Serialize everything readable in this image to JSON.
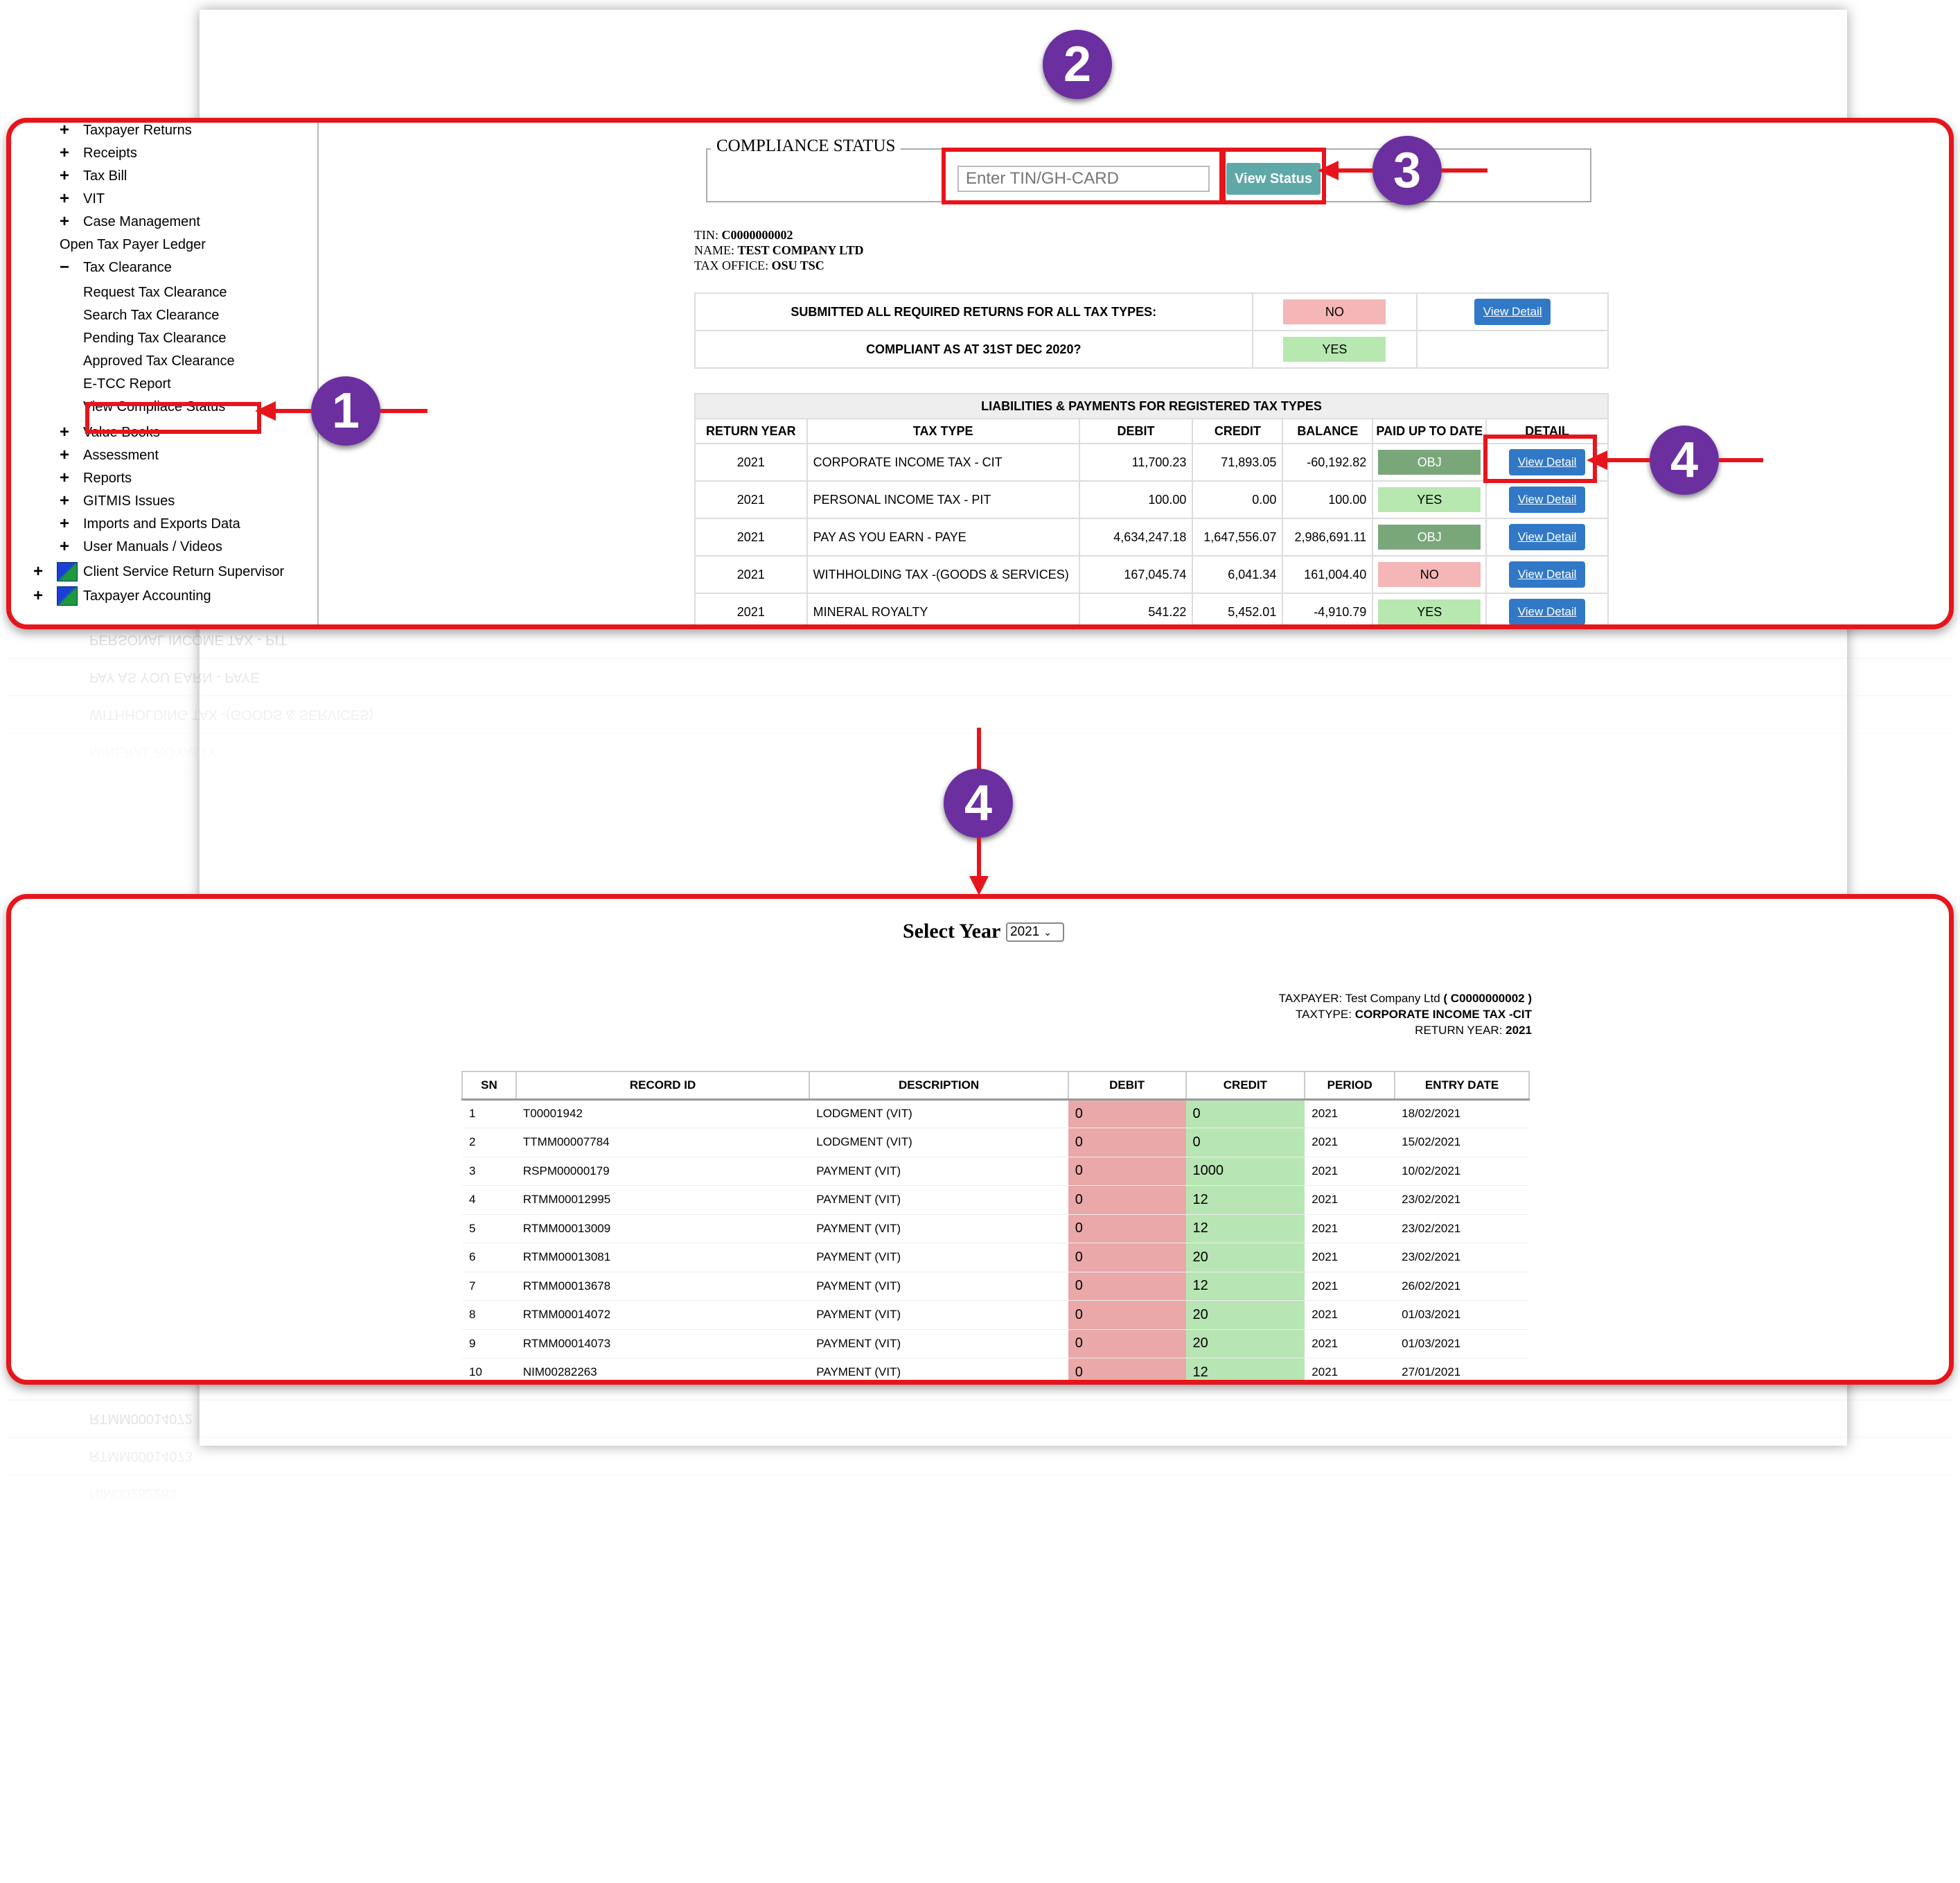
{
  "sidebar": {
    "items": [
      {
        "sign": "+",
        "label": "Taxpayer Returns"
      },
      {
        "sign": "+",
        "label": "Receipts"
      },
      {
        "sign": "+",
        "label": "Tax Bill"
      },
      {
        "sign": "+",
        "label": "VIT"
      },
      {
        "sign": "+",
        "label": "Case Management"
      },
      {
        "sign": "",
        "label": "Open Tax Payer Ledger"
      },
      {
        "sign": "−",
        "label": "Tax Clearance"
      },
      {
        "sign": "",
        "label": "Request Tax Clearance"
      },
      {
        "sign": "",
        "label": "Search Tax Clearance"
      },
      {
        "sign": "",
        "label": "Pending Tax Clearance"
      },
      {
        "sign": "",
        "label": "Approved Tax Clearance"
      },
      {
        "sign": "",
        "label": "E-TCC Report"
      },
      {
        "sign": "",
        "label": "View Compliace Status"
      },
      {
        "sign": "+",
        "label": "Value Books"
      },
      {
        "sign": "+",
        "label": "Assessment"
      },
      {
        "sign": "+",
        "label": "Reports"
      },
      {
        "sign": "+",
        "label": "GITMIS Issues"
      },
      {
        "sign": "+",
        "label": "Imports and Exports Data"
      },
      {
        "sign": "+",
        "label": "User Manuals / Videos"
      },
      {
        "sign": "+",
        "label": "Client Service Return Supervisor"
      },
      {
        "sign": "+",
        "label": "Taxpayer Accounting"
      }
    ]
  },
  "compliance": {
    "legend": "COMPLIANCE STATUS",
    "input_placeholder": "Enter TIN/GH-CARD",
    "button_label": "View Status",
    "tin_label": "TIN:",
    "tin_value": "C0000000002",
    "name_label": "NAME:",
    "name_value": "TEST COMPANY LTD",
    "office_label": "TAX OFFICE:",
    "office_value": "OSU TSC",
    "summary": [
      {
        "question": "SUBMITTED ALL REQUIRED RETURNS FOR ALL TAX TYPES:",
        "answer": "NO",
        "detail": "View Detail"
      },
      {
        "question": "COMPLIANT AS AT 31ST DEC 2020?",
        "answer": "YES",
        "detail": ""
      }
    ]
  },
  "liabilities": {
    "caption": "LIABILITIES & PAYMENTS FOR REGISTERED TAX TYPES",
    "columns": [
      "RETURN YEAR",
      "TAX TYPE",
      "DEBIT",
      "CREDIT",
      "BALANCE",
      "PAID UP TO DATE",
      "DETAIL"
    ],
    "detail_label": "View Detail",
    "rows": [
      {
        "year": "2021",
        "type": "CORPORATE INCOME TAX - CIT",
        "debit": "11,700.23",
        "credit": "71,893.05",
        "balance": "-60,192.82",
        "paid": "OBJ"
      },
      {
        "year": "2021",
        "type": "PERSONAL INCOME TAX - PIT",
        "debit": "100.00",
        "credit": "0.00",
        "balance": "100.00",
        "paid": "YES"
      },
      {
        "year": "2021",
        "type": "PAY AS YOU EARN - PAYE",
        "debit": "4,634,247.18",
        "credit": "1,647,556.07",
        "balance": "2,986,691.11",
        "paid": "OBJ"
      },
      {
        "year": "2021",
        "type": "WITHHOLDING TAX -(GOODS & SERVICES)",
        "debit": "167,045.74",
        "credit": "6,041.34",
        "balance": "161,004.40",
        "paid": "NO"
      },
      {
        "year": "2021",
        "type": "MINERAL ROYALTY",
        "debit": "541.22",
        "credit": "5,452.01",
        "balance": "-4,910.79",
        "paid": "YES"
      }
    ]
  },
  "detail": {
    "select_label": "Select Year",
    "selected_year": "2021",
    "taxpayer_label": "TAXPAYER:",
    "taxpayer_value": "Test Company Ltd",
    "taxpayer_tin": "( C0000000002 )",
    "taxtype_label": "TAXTYPE:",
    "taxtype_value": "CORPORATE INCOME TAX -CIT",
    "return_year_label": "RETURN YEAR:",
    "return_year_value": "2021",
    "columns": [
      "SN",
      "RECORD ID",
      "DESCRIPTION",
      "DEBIT",
      "CREDIT",
      "PERIOD",
      "ENTRY DATE"
    ],
    "rows": [
      {
        "sn": "1",
        "id": "T00001942",
        "desc": "LODGMENT (VIT)",
        "debit": "0",
        "credit": "0",
        "period": "2021",
        "date": "18/02/2021"
      },
      {
        "sn": "2",
        "id": "TTMM00007784",
        "desc": "LODGMENT (VIT)",
        "debit": "0",
        "credit": "0",
        "period": "2021",
        "date": "15/02/2021"
      },
      {
        "sn": "3",
        "id": "RSPM00000179",
        "desc": "PAYMENT (VIT)",
        "debit": "0",
        "credit": "1000",
        "period": "2021",
        "date": "10/02/2021"
      },
      {
        "sn": "4",
        "id": "RTMM00012995",
        "desc": "PAYMENT (VIT)",
        "debit": "0",
        "credit": "12",
        "period": "2021",
        "date": "23/02/2021"
      },
      {
        "sn": "5",
        "id": "RTMM00013009",
        "desc": "PAYMENT (VIT)",
        "debit": "0",
        "credit": "12",
        "period": "2021",
        "date": "23/02/2021"
      },
      {
        "sn": "6",
        "id": "RTMM00013081",
        "desc": "PAYMENT (VIT)",
        "debit": "0",
        "credit": "20",
        "period": "2021",
        "date": "23/02/2021"
      },
      {
        "sn": "7",
        "id": "RTMM00013678",
        "desc": "PAYMENT (VIT)",
        "debit": "0",
        "credit": "12",
        "period": "2021",
        "date": "26/02/2021"
      },
      {
        "sn": "8",
        "id": "RTMM00014072",
        "desc": "PAYMENT (VIT)",
        "debit": "0",
        "credit": "20",
        "period": "2021",
        "date": "01/03/2021"
      },
      {
        "sn": "9",
        "id": "RTMM00014073",
        "desc": "PAYMENT (VIT)",
        "debit": "0",
        "credit": "20",
        "period": "2021",
        "date": "01/03/2021"
      },
      {
        "sn": "10",
        "id": "NIM00282263",
        "desc": "PAYMENT (VIT)",
        "debit": "0",
        "credit": "12",
        "period": "2021",
        "date": "27/01/2021"
      }
    ]
  },
  "annotations": [
    "1",
    "2",
    "3",
    "4",
    "4"
  ],
  "colors": {
    "highlight": "#e8141c",
    "badge": "#6b2fa0",
    "status_button": "#5fa8a8",
    "detail_button": "#3179c6"
  }
}
